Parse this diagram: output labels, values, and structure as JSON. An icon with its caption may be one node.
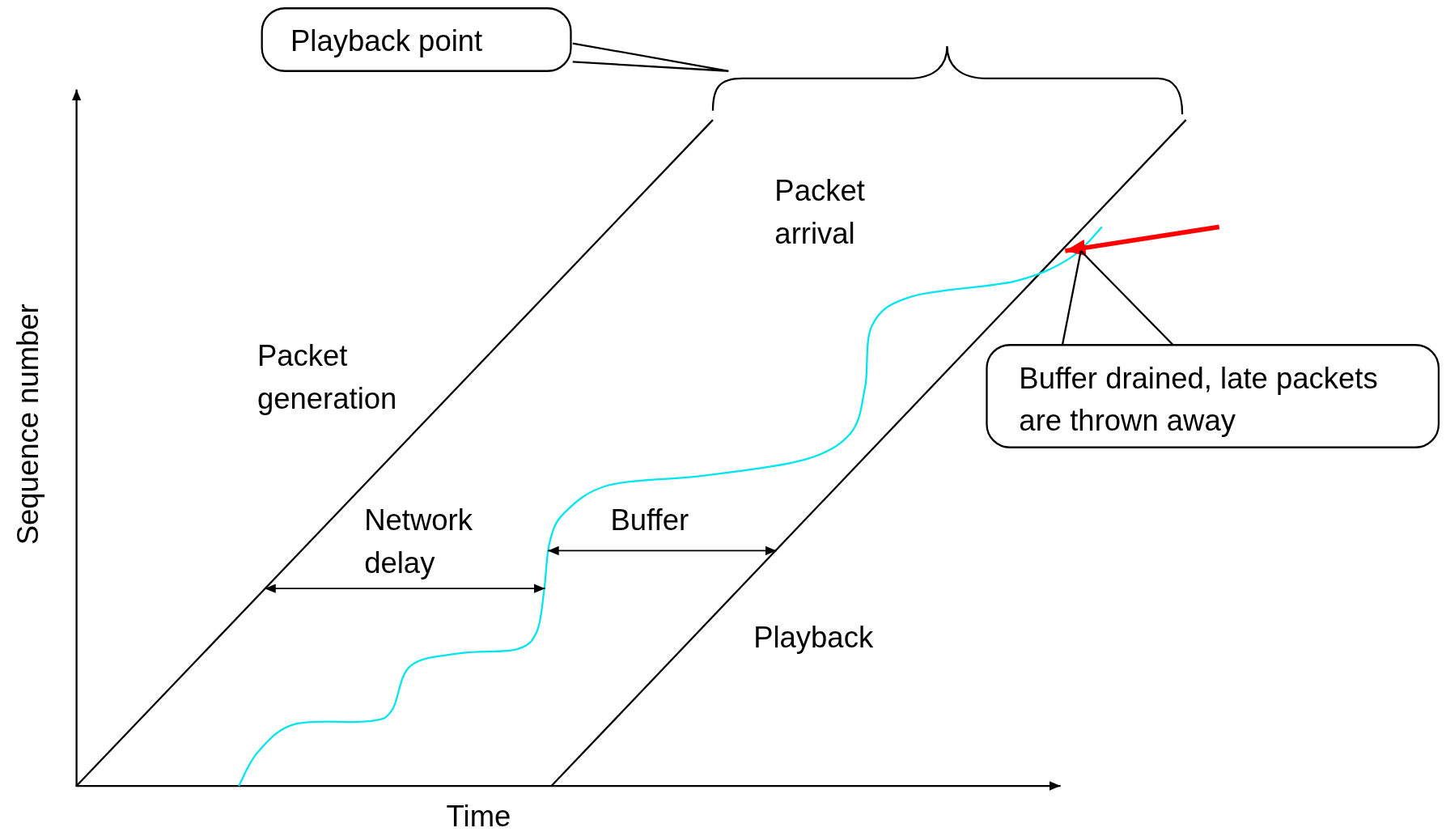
{
  "diagram": {
    "nodes": [
      {
        "text": [
          "Playback point"
        ]
      },
      {
        "text": [
          "Buffer drained, late packets are thrown away"
        ]
      }
    ],
    "edges": [
      {
        "from": 0,
        "to": null,
        "arrow": "none"
      },
      {
        "from": 1,
        "to": null,
        "arrow": "none"
      }
    ],
    "labels": [
      "Packet arrival",
      "Packet generation",
      "Network delay",
      "Buffer",
      "Playback",
      "Sequence number",
      "Time"
    ]
  }
}
